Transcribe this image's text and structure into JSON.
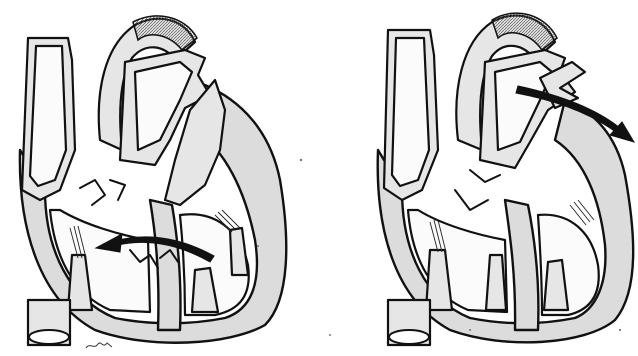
{
  "panels": [
    {
      "id": "diastole",
      "flow_direction": "into-ventricle"
    },
    {
      "id": "systole",
      "flow_direction": "out-of-ventricle"
    }
  ],
  "colors": {
    "ink": "#111111",
    "wall_fill": "#dcdcdc",
    "cavity_fill": "#fbfbfb",
    "background": "#ffffff"
  }
}
